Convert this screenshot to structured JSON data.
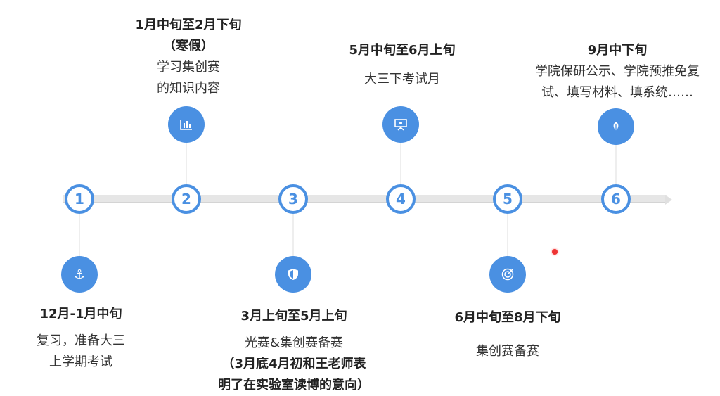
{
  "accent_color": "#4a90e2",
  "steps": [
    {
      "number": "1",
      "icon": "anchor-icon",
      "title": "12月-1月中旬",
      "lines": [
        "复习，准备大三",
        "上学期考试"
      ]
    },
    {
      "number": "2",
      "icon": "bar-chart-icon",
      "title": "1月中旬至2月下旬",
      "lines": [
        "（寒假）",
        "学习集创赛",
        "的知识内容"
      ]
    },
    {
      "number": "3",
      "icon": "shield-icon",
      "title": "3月上旬至5月上旬",
      "lines": [
        "光赛&集创赛备赛",
        "（3月底4月初和王老师表",
        "明了在实验室读博的意向）"
      ]
    },
    {
      "number": "4",
      "icon": "presentation-icon",
      "title": "5月中旬至6月上旬",
      "lines": [
        "大三下考试月"
      ]
    },
    {
      "number": "5",
      "icon": "target-icon",
      "title": "6月中旬至8月下旬",
      "lines": [
        "集创赛备赛"
      ]
    },
    {
      "number": "6",
      "icon": "leaf-icon",
      "title": "9月中下旬",
      "lines": [
        "学院保研公示、学院预推免复",
        "试、填写材料、填系统……"
      ]
    }
  ]
}
